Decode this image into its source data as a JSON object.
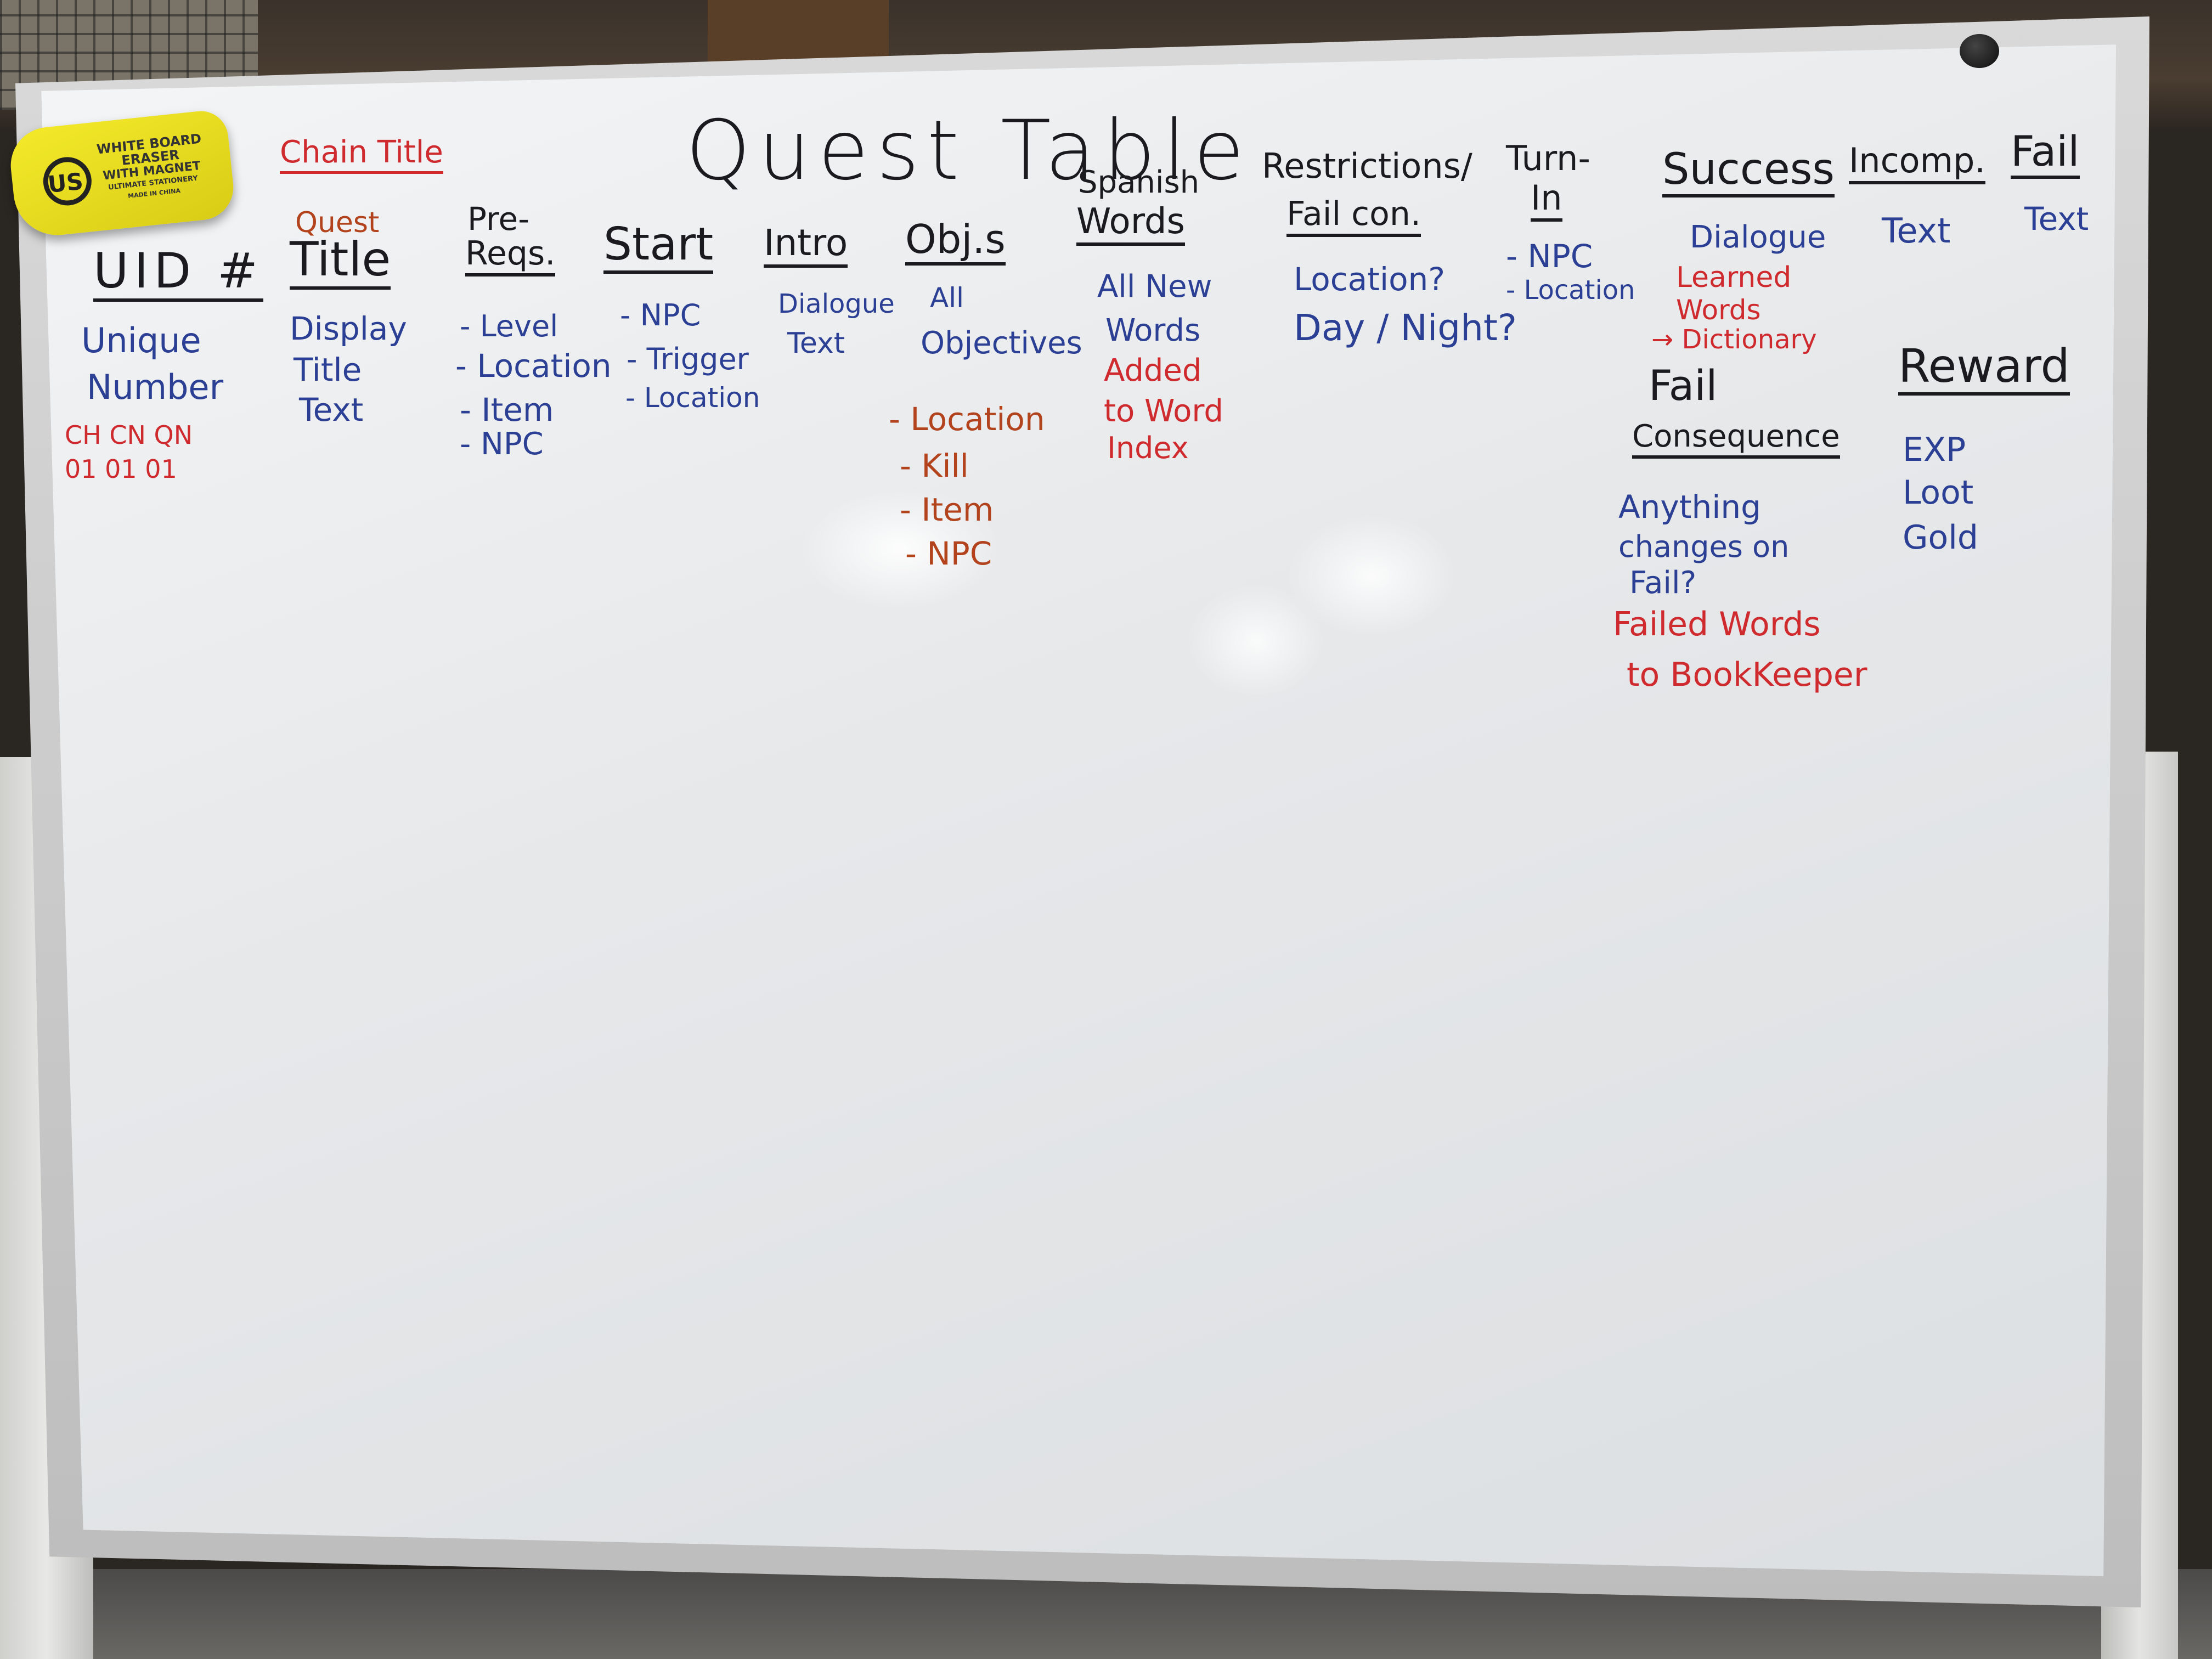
{
  "eraser": {
    "logo_text": "US",
    "brand_line1": "WHITE BOARD ERASER",
    "brand_line2": "WITH MAGNET",
    "brand_line3": "ULTIMATE STATIONERY",
    "brand_line4": "MADE IN CHINA"
  },
  "board": {
    "title": "Quest Table",
    "chain_title": "Chain Title",
    "headers": {
      "uid": "UID #",
      "quest_small": "Quest",
      "quest_title": "Title",
      "prereqs_line1": "Pre-",
      "prereqs_line2": "Reqs.",
      "start": "Start",
      "intro": "Intro",
      "objs": "Obj.s",
      "spanish_line1": "Spanish",
      "spanish_line2": "Words",
      "restrictions_line1": "Restrictions/",
      "restrictions_line2": "Fail con.",
      "turnin_line1": "Turn-",
      "turnin_line2": "In",
      "success": "Success",
      "incomp": "Incomp.",
      "fail": "Fail",
      "fail_consequence_line1": "Fail",
      "fail_consequence_line2": "Consequence",
      "reward": "Reward"
    },
    "uid": {
      "line1": "Unique",
      "line2": "Number",
      "codes": "CH CN QN",
      "nums": "01 01 01"
    },
    "quest_title": [
      "Display",
      "Title",
      "Text"
    ],
    "prereqs": [
      "- Level",
      "- Location",
      "- Item",
      "- NPC"
    ],
    "start": [
      "- NPC",
      "- Trigger",
      "- Location"
    ],
    "intro": [
      "Dialogue",
      "Text"
    ],
    "objs": {
      "blue": [
        "All",
        "Objectives"
      ],
      "list": [
        "- Location",
        "- Kill",
        "- Item",
        "- NPC"
      ]
    },
    "spanish": {
      "blue": [
        "All New",
        "Words"
      ],
      "red": [
        "Added",
        "to Word",
        "Index"
      ]
    },
    "restrictions": [
      "Location?",
      "Day / Night?"
    ],
    "turnin": [
      "- NPC",
      "- Location"
    ],
    "success": {
      "blue": "Dialogue",
      "red": [
        "Learned",
        "Words",
        "→ Dictionary"
      ]
    },
    "incomp": "Text",
    "fail": "Text",
    "fail_consequence": {
      "blue": [
        "Anything",
        "changes on",
        "Fail?"
      ],
      "red": [
        "Failed Words",
        "to BookKeeper"
      ]
    },
    "reward": [
      "EXP",
      "Loot",
      "Gold"
    ]
  }
}
